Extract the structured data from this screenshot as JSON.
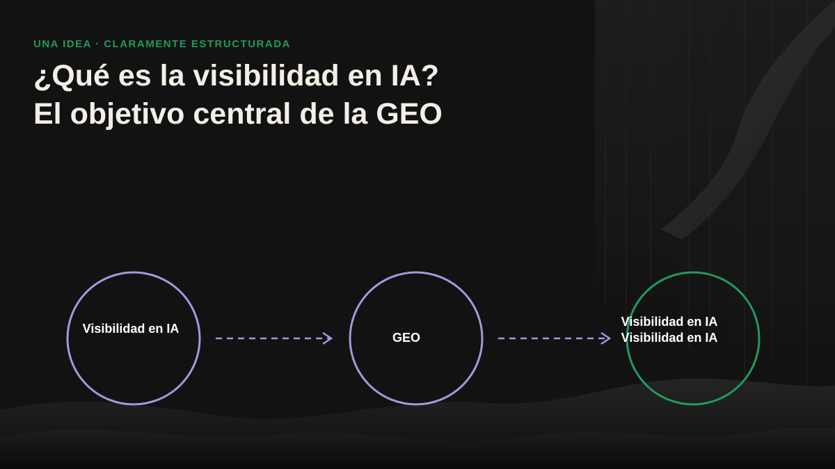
{
  "header": {
    "eyebrow": "UNA IDEA · CLARAMENTE ESTRUCTURADA",
    "title_line1": "¿Qué es la visibilidad en IA?",
    "title_line2": "El objetivo central de la GEO"
  },
  "diagram": {
    "nodes": [
      {
        "label": "Visibilidad en IA",
        "color": "#a995df"
      },
      {
        "label": "GEO",
        "color": "#a995df"
      },
      {
        "label": "Visibilidad en IA Visibilidad en IA",
        "color": "#1f9a5e"
      }
    ],
    "arrow_color": "#a995df"
  },
  "colors": {
    "background": "#121212",
    "accent_green": "#1f9a5e",
    "accent_purple": "#a995df",
    "title_text": "#f3efe6"
  }
}
